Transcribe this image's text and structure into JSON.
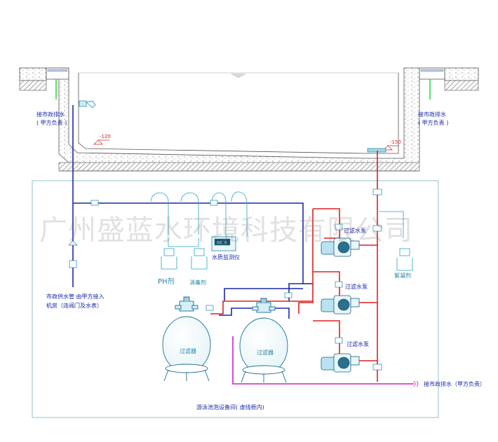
{
  "labels": {
    "drain_left_1": "接市政排水",
    "drain_left_2": "( 甲方负责 )",
    "drain_right_1": "接市政排水",
    "drain_right_2": "( 甲方负责 )",
    "level_left": "-120",
    "level_right": "-150",
    "ph": "PH剂",
    "disinfectant": "消毒剂",
    "monitor": "水质监测仪",
    "monitor_screen": "00.0",
    "coagulant": "絮凝剂",
    "pump1": "过滤水泵",
    "pump2": "过滤水泵",
    "pump3": "过滤水泵",
    "filter1": "过滤器",
    "filter2": "过滤器",
    "supply_1": "市政供水管  由甲方接入",
    "supply_2": "机房（连阀门及水表）",
    "drain_bottom": "接市政排水（甲方负责）",
    "room": "游泳池泡设备间( 虚线框内)"
  },
  "watermark": "广州盛蓝水环境科技有限公司",
  "colors": {
    "supply": "#1a2aa8",
    "return": "#e02020",
    "chemical": "#28a4c8",
    "drain_pipe": "#d020c8",
    "overflow": "#20d840",
    "structure": "#555555"
  }
}
